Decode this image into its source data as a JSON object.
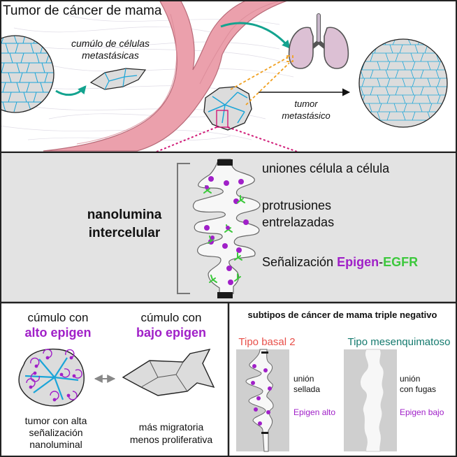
{
  "top_panel": {
    "title": "Tumor de cáncer de mama",
    "cluster_label_1": "cumúlo de células",
    "cluster_label_2": "metastásicas",
    "metastatic_label_1": "tumor",
    "metastatic_label_2": "metastásico"
  },
  "middle_panel": {
    "nanolumen_label_1": "nanolumina",
    "nanolumen_label_2": "intercelular",
    "junctions_label": "uniones célula a célula",
    "protrusions_label_1": "protrusiones",
    "protrusions_label_2": "entrelazadas",
    "signaling_prefix": "Señalización ",
    "signaling_epigen": "Epigen",
    "signaling_dash": "-",
    "signaling_egfr": "EGFR"
  },
  "bottom_left": {
    "high_line1": "cúmulo con",
    "high_line2": "alto epigen",
    "low_line1": "cúmulo con",
    "low_line2": "bajo epigen",
    "high_caption_1": "tumor con alta",
    "high_caption_2": "señalización",
    "high_caption_3": "nanoluminal",
    "low_caption_1": "más migratoria",
    "low_caption_2": "menos proliferativa"
  },
  "bottom_right": {
    "heading": "subtipos de cáncer de mama triple negativo",
    "basal_title": "Tipo basal 2",
    "mes_title": "Tipo mesenquimatoso",
    "basal_junction_1": "unión",
    "basal_junction_2": "sellada",
    "basal_epigen": "Epigen alto",
    "mes_junction_1": "unión",
    "mes_junction_2": "con fugas",
    "mes_epigen": "Epigen bajo"
  },
  "colors": {
    "epigen_purple": "#a020c8",
    "egfr_green": "#3cc83c",
    "cell_blue": "#1ba5d8",
    "vessel_pink": "#eba0ac",
    "teal_arrow": "#13a38f",
    "magenta_dash": "#d01876",
    "orange_dash": "#f0a020",
    "basal_red": "#e8504a",
    "mes_teal": "#147a6e"
  }
}
